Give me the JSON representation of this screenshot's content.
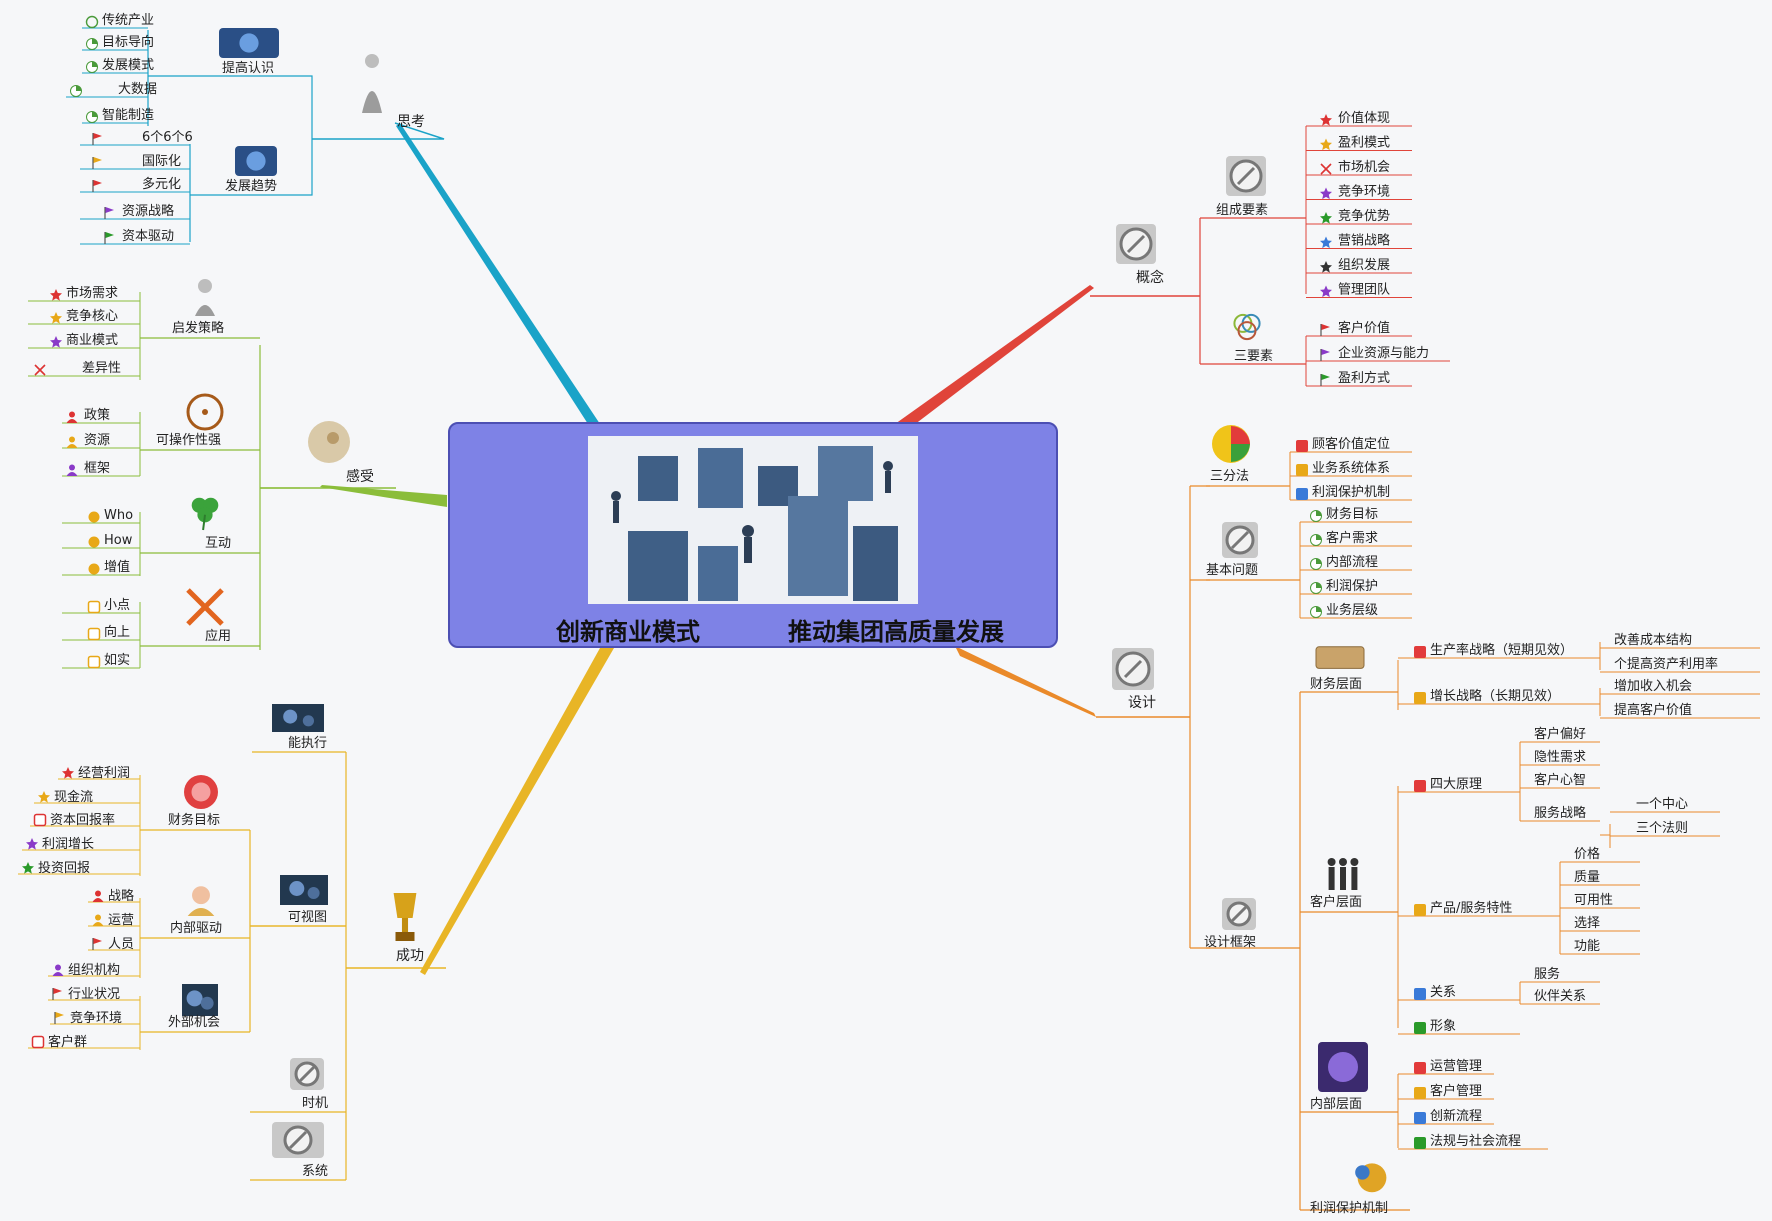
{
  "center": {
    "title_left": "创新商业模式",
    "title_right": "推动集团高质量发展"
  },
  "branches": {
    "think": {
      "label": "思考",
      "groups": [
        {
          "label": "提高认识",
          "items": [
            "传统产业",
            "目标导向",
            "发展模式",
            "大数据",
            "智能制造"
          ]
        },
        {
          "label": "发展趋势",
          "items": [
            "6个6个6",
            "国际化",
            "多元化",
            "资源战略",
            "资本驱动"
          ]
        }
      ]
    },
    "feel": {
      "label": "感受",
      "groups": [
        {
          "label": "启发策略",
          "items": [
            "市场需求",
            "竞争核心",
            "商业模式",
            "差异性"
          ]
        },
        {
          "label": "可操作性强",
          "items": [
            "政策",
            "资源",
            "框架"
          ]
        },
        {
          "label": "互动",
          "items": [
            "Who",
            "How",
            "增值"
          ]
        },
        {
          "label": "应用",
          "items": [
            "小点",
            "向上",
            "如实"
          ]
        }
      ]
    },
    "success": {
      "label": "成功",
      "groups": [
        {
          "label": "能执行",
          "items": []
        },
        {
          "label": "财务目标",
          "items": [
            "经营利润",
            "现金流",
            "资本回报率",
            "利润增长",
            "投资回报"
          ]
        },
        {
          "label": "内部驱动",
          "items": [
            "战略",
            "运营",
            "人员",
            "组织机构"
          ]
        },
        {
          "label": "外部机会",
          "items": [
            "行业状况",
            "竞争环境",
            "客户群"
          ]
        },
        {
          "label": "可视图",
          "items": []
        },
        {
          "label": "时机",
          "items": []
        },
        {
          "label": "系统",
          "items": []
        }
      ]
    },
    "concept": {
      "label": "概念",
      "groups": [
        {
          "label": "组成要素",
          "items": [
            "价值体现",
            "盈利模式",
            "市场机会",
            "竞争环境",
            "竞争优势",
            "营销战略",
            "组织发展",
            "管理团队"
          ]
        },
        {
          "label": "三要素",
          "items": [
            "客户价值",
            "企业资源与能力",
            "盈利方式"
          ]
        }
      ]
    },
    "design": {
      "label": "设计",
      "three": {
        "label": "三分法",
        "items": [
          "顾客价值定位",
          "业务系统体系",
          "利润保护机制"
        ]
      },
      "basic": {
        "label": "基本问题",
        "items": [
          "财务目标",
          "客户需求",
          "内部流程",
          "利润保护",
          "业务层级"
        ]
      },
      "framework": {
        "label": "设计框架",
        "finance": {
          "label": "财务层面",
          "items": [
            {
              "label": "生产率战略（短期见效）",
              "subs": [
                "改善成本结构",
                "个提高资产利用率"
              ]
            },
            {
              "label": "增长战略（长期见效）",
              "subs": [
                "增加收入机会",
                "提高客户价值"
              ]
            }
          ]
        },
        "customer": {
          "label": "客户层面",
          "items": [
            {
              "label": "四大原理",
              "subs": [
                "客户偏好",
                "隐性需求",
                "客户心智",
                "服务战略"
              ],
              "subs2": [
                "一个中心",
                "三个法则"
              ]
            },
            {
              "label": "产品/服务特性",
              "subs": [
                "价格",
                "质量",
                "可用性",
                "选择",
                "功能"
              ]
            },
            {
              "label": "关系",
              "subs": [
                "服务",
                "伙伴关系"
              ]
            },
            {
              "label": "形象",
              "subs": []
            }
          ]
        },
        "internal": {
          "label": "内部层面",
          "items": [
            "运营管理",
            "客户管理",
            "创新流程",
            "法规与社会流程"
          ]
        },
        "profit": {
          "label": "利润保护机制"
        }
      }
    }
  },
  "colors": {
    "think": "#1aa3c8",
    "feel": "#8bbd3a",
    "success": "#e8b526",
    "concept": "#e0443a",
    "design": "#ea8a2a",
    "center_fill": "#7e82e6"
  }
}
